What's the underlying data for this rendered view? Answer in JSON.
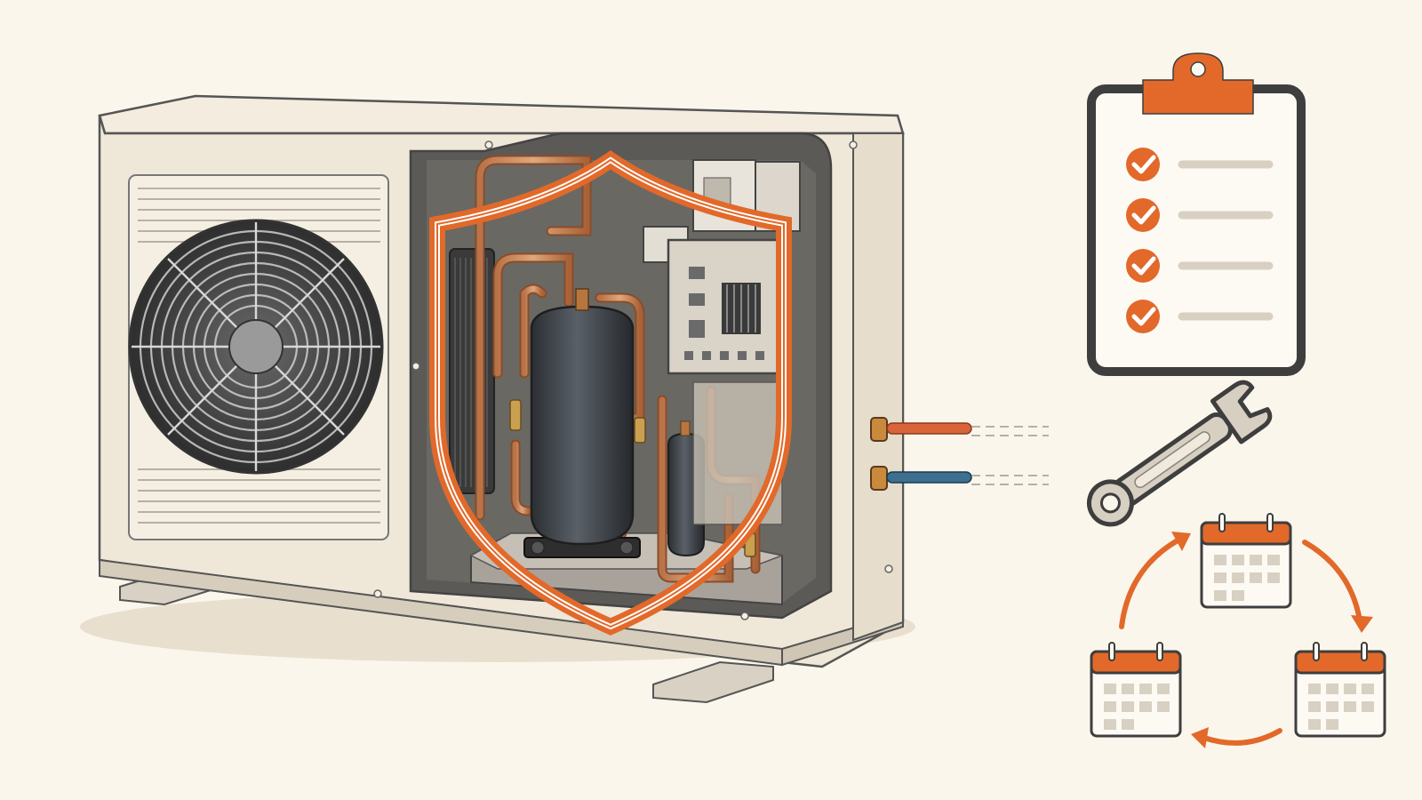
{
  "illustration": {
    "subject": "outdoor-heat-pump-unit-cutaway",
    "icons": [
      "protection-shield-icon",
      "maintenance-checklist-icon",
      "wrench-icon",
      "recurring-schedule-icon",
      "calendar-icon"
    ],
    "checklist": {
      "items_checked": 4,
      "items_total": 4
    },
    "schedule_calendars": 3
  },
  "colors": {
    "background": "#fbf6ec",
    "casing": "#efe7d8",
    "outline": "#4a4a4a",
    "accent_orange": "#e2692a",
    "copper": "#c98a5e",
    "compressor": "#3b3f44",
    "pipe_hot": "#d9643a",
    "pipe_cold": "#3d6f8f",
    "line_gray": "#d8d0c2"
  }
}
